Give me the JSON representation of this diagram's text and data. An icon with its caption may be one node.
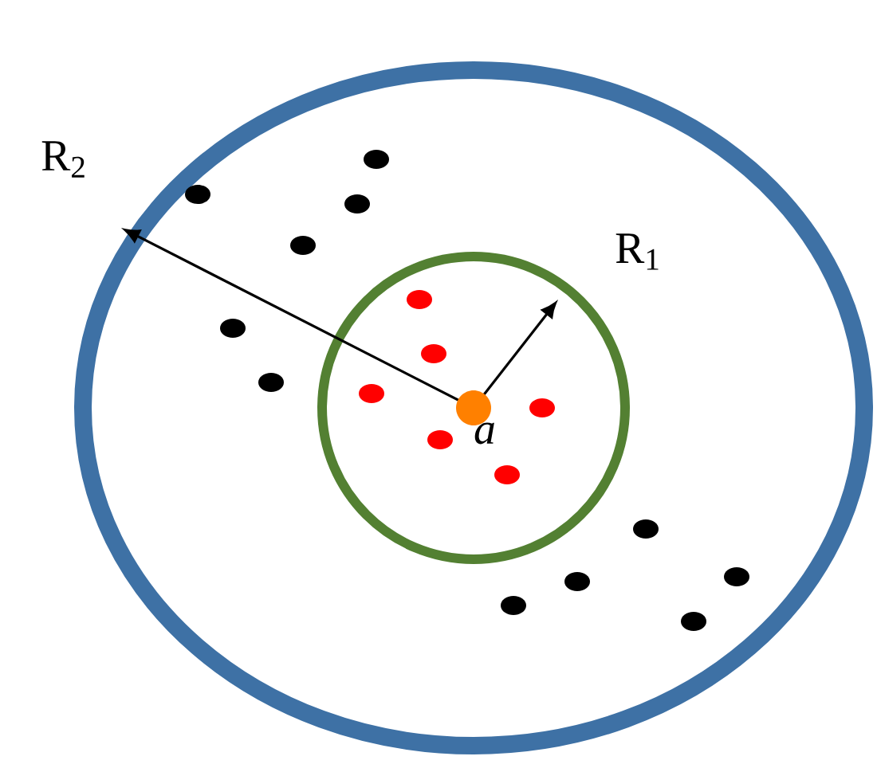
{
  "diagram": {
    "labels": [
      "R$_{2}$",
      "R$_{1}$",
      "a"
    ]
  }
}
